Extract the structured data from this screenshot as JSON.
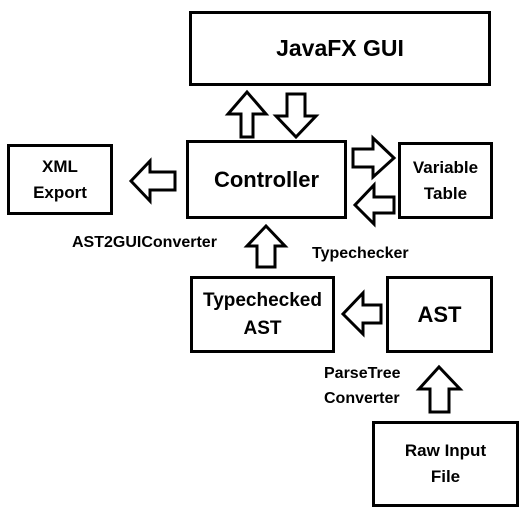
{
  "nodes": {
    "javafx_gui": "JavaFX GUI",
    "controller": "Controller",
    "xml_export": [
      "XML",
      "Export"
    ],
    "variable_table": [
      "Variable",
      "Table"
    ],
    "typechecked_ast": [
      "Typechecked",
      "AST"
    ],
    "ast": "AST",
    "raw_input_file": [
      "Raw Input",
      "File"
    ]
  },
  "edge_labels": {
    "ast2guiconverter": "AST2GUIConverter",
    "typechecker": "Typechecker",
    "parsetree_converter": [
      "ParseTree",
      "Converter"
    ]
  }
}
